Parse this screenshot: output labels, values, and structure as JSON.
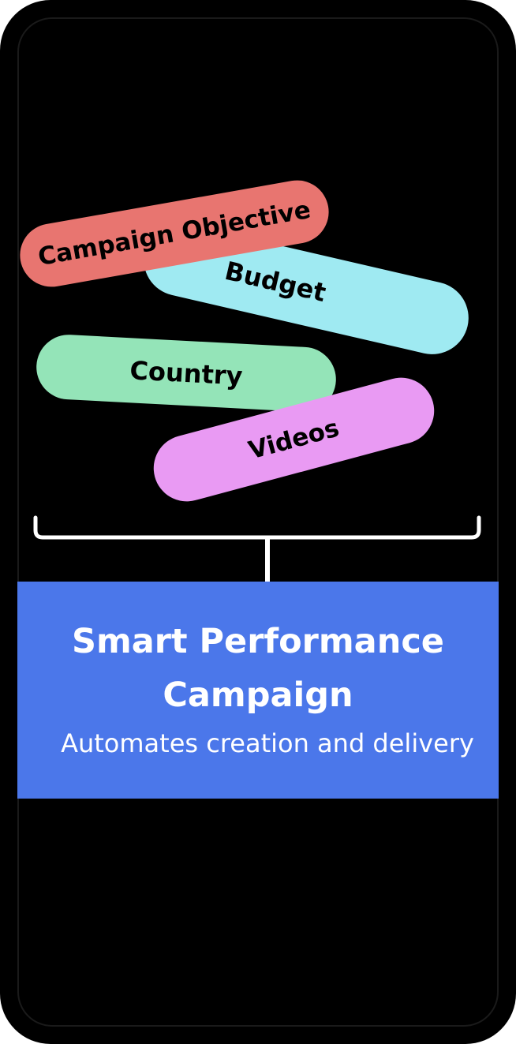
{
  "inputs": [
    {
      "label": "Campaign Objective",
      "color": "#e87570"
    },
    {
      "label": "Budget",
      "color": "#9feaf2"
    },
    {
      "label": "Country",
      "color": "#94e4b8"
    },
    {
      "label": "Videos",
      "color": "#e99af3"
    }
  ],
  "result": {
    "title_line1": "Smart Performance",
    "title_line2": "Campaign",
    "subtitle": "Automates creation and delivery",
    "color": "#4b77ea"
  },
  "connector_color": "#ffffff"
}
